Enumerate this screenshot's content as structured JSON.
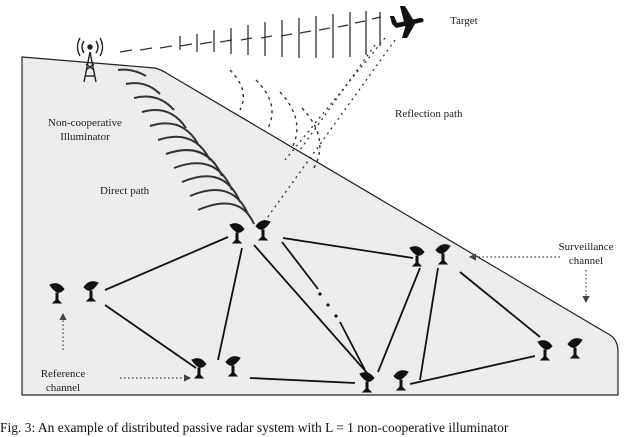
{
  "labels": {
    "target": "Target",
    "illuminator": [
      "Non-cooperative",
      "Illuminator"
    ],
    "reflection_path": "Reflection path",
    "direct_path": "Direct path",
    "surveillance_channel": [
      "Surveillance",
      "channel"
    ],
    "reference_channel": [
      "Reference",
      "channel"
    ]
  },
  "caption": "Fig. 3: An example of distributed passive radar system with L = 1 non-cooperative illuminator"
}
